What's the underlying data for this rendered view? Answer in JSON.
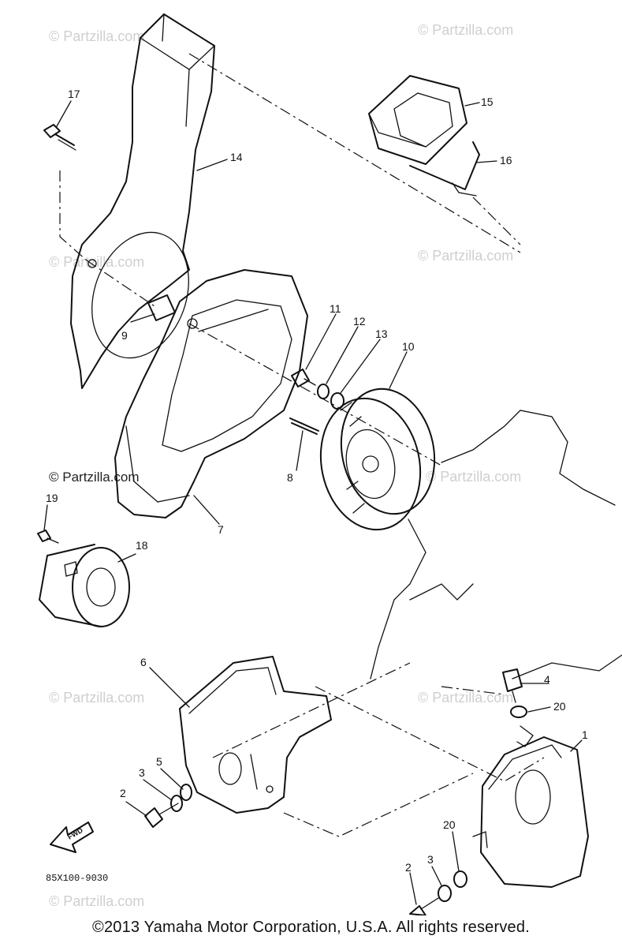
{
  "watermark": "© Partzilla.com",
  "diagram_code": "85X100-9030",
  "fwd_label": "FWD",
  "copyright": "©2013 Yamaha Motor Corporation, U.S.A. All rights reserved.",
  "callouts": {
    "c1": "1",
    "c2a": "2",
    "c2b": "2",
    "c3a": "3",
    "c3b": "3",
    "c4": "4",
    "c5": "5",
    "c6": "6",
    "c7": "7",
    "c8": "8",
    "c9": "9",
    "c10": "10",
    "c11": "11",
    "c12": "12",
    "c13": "13",
    "c14": "14",
    "c15": "15",
    "c16": "16",
    "c17": "17",
    "c18": "18",
    "c19": "19",
    "c20a": "20",
    "c20b": "20"
  }
}
